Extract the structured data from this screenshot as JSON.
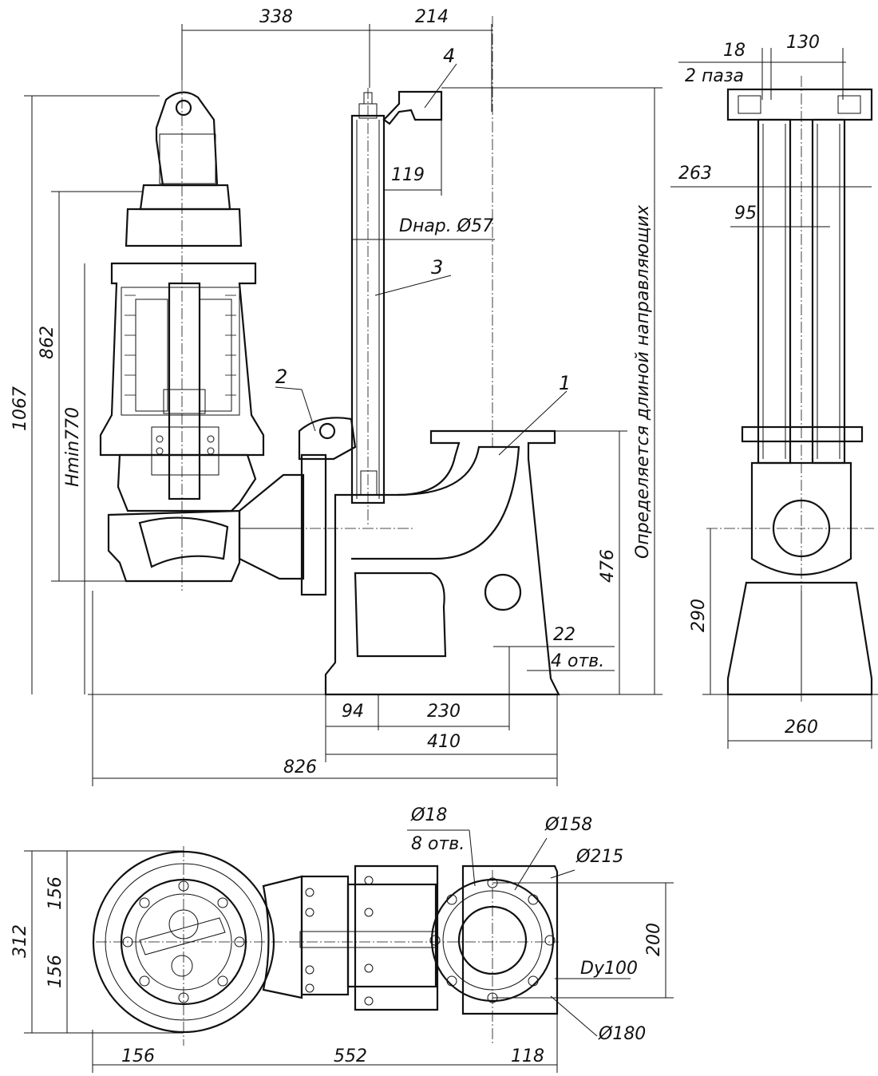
{
  "dimensions": {
    "top_338": "338",
    "top_214": "214",
    "d_119": "119",
    "pipe_diameter": "Dнар. Ø57",
    "h_1067": "1067",
    "h_862": "862",
    "hmin": "Hmin770",
    "h_476": "476",
    "hole_22": "22",
    "holes_4": "4 отв.",
    "b_94": "94",
    "b_230": "230",
    "b_410": "410",
    "b_826": "826",
    "side_18": "18",
    "side_130": "130",
    "slots_2": "2 паза",
    "side_263": "263",
    "side_95": "95",
    "side_290": "290",
    "side_260": "260",
    "plan_d18": "Ø18",
    "plan_holes_8": "8 отв.",
    "plan_d158": "Ø158",
    "plan_d215": "Ø215",
    "plan_200": "200",
    "plan_dy100": "Dy100",
    "plan_d180": "Ø180",
    "plan_156_top": "156",
    "plan_156_bottom": "156",
    "plan_312": "312",
    "plan_156_base": "156",
    "plan_552": "552",
    "plan_118": "118"
  },
  "guide_length_note": "Определяется длиной направляющих",
  "callouts": [
    "1",
    "2",
    "3",
    "4"
  ]
}
